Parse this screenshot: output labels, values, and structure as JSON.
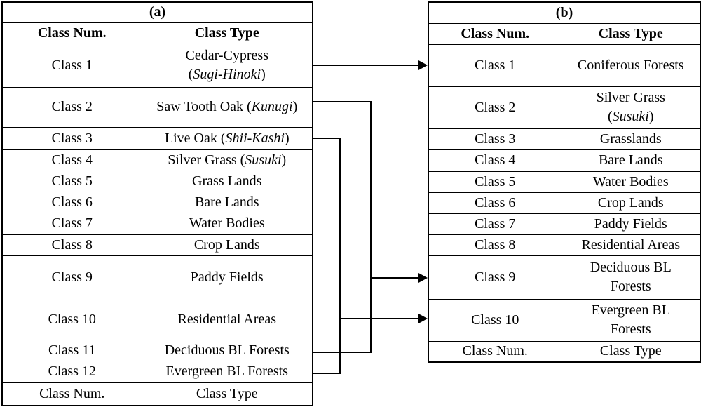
{
  "colors": {
    "border": "#000000",
    "background": "#ffffff",
    "text": "#000000"
  },
  "table_a": {
    "caption": "(a)",
    "header": {
      "num": "Class Num.",
      "type": "Class Type"
    },
    "footer": {
      "num": "Class Num.",
      "type": "Class Type"
    },
    "rows": [
      {
        "num": "Class 1",
        "type": [
          [
            [
              "Cedar-Cypress",
              0
            ]
          ],
          [
            [
              "(",
              0
            ],
            [
              "Sugi-Hinoki",
              1
            ],
            [
              ")",
              0
            ]
          ]
        ]
      },
      {
        "num": "Class 2",
        "type": [
          [
            [
              "Saw Tooth Oak (",
              0
            ],
            [
              "Kunugi",
              1
            ],
            [
              ")",
              0
            ]
          ]
        ]
      },
      {
        "num": "Class 3",
        "type": [
          [
            [
              "Live Oak (",
              0
            ],
            [
              "Shii-Kashi",
              1
            ],
            [
              ")",
              0
            ]
          ]
        ]
      },
      {
        "num": "Class 4",
        "type": [
          [
            [
              "Silver Grass (",
              0
            ],
            [
              "Susuki",
              1
            ],
            [
              ")",
              0
            ]
          ]
        ]
      },
      {
        "num": "Class 5",
        "type": [
          [
            [
              "Grass Lands",
              0
            ]
          ]
        ]
      },
      {
        "num": "Class 6",
        "type": [
          [
            [
              "Bare Lands",
              0
            ]
          ]
        ]
      },
      {
        "num": "Class 7",
        "type": [
          [
            [
              "Water Bodies",
              0
            ]
          ]
        ]
      },
      {
        "num": "Class 8",
        "type": [
          [
            [
              "Crop Lands",
              0
            ]
          ]
        ]
      },
      {
        "num": "Class 9",
        "type": [
          [
            [
              "Paddy Fields",
              0
            ]
          ]
        ]
      },
      {
        "num": "Class 10",
        "type": [
          [
            [
              "Residential Areas",
              0
            ]
          ]
        ]
      },
      {
        "num": "Class 11",
        "type": [
          [
            [
              "Deciduous BL Forests",
              0
            ]
          ]
        ]
      },
      {
        "num": "Class 12",
        "type": [
          [
            [
              "Evergreen BL Forests",
              0
            ]
          ]
        ]
      }
    ]
  },
  "table_b": {
    "caption": "(b)",
    "header": {
      "num": "Class Num.",
      "type": "Class Type"
    },
    "footer": {
      "num": "Class Num.",
      "type": "Class Type"
    },
    "rows": [
      {
        "num": "Class 1",
        "type": [
          [
            [
              "Coniferous Forests",
              0
            ]
          ]
        ]
      },
      {
        "num": "Class 2",
        "type": [
          [
            [
              "Silver Grass",
              0
            ]
          ],
          [
            [
              "(",
              0
            ],
            [
              "Susuki",
              1
            ],
            [
              ")",
              0
            ]
          ]
        ]
      },
      {
        "num": "Class 3",
        "type": [
          [
            [
              "Grasslands",
              0
            ]
          ]
        ]
      },
      {
        "num": "Class 4",
        "type": [
          [
            [
              "Bare Lands",
              0
            ]
          ]
        ]
      },
      {
        "num": "Class 5",
        "type": [
          [
            [
              "Water Bodies",
              0
            ]
          ]
        ]
      },
      {
        "num": "Class 6",
        "type": [
          [
            [
              "Crop Lands",
              0
            ]
          ]
        ]
      },
      {
        "num": "Class 7",
        "type": [
          [
            [
              "Paddy Fields",
              0
            ]
          ]
        ]
      },
      {
        "num": "Class 8",
        "type": [
          [
            [
              "Residential Areas",
              0
            ]
          ]
        ]
      },
      {
        "num": "Class 9",
        "type": [
          [
            [
              "Deciduous BL",
              0
            ]
          ],
          [
            [
              "Forests",
              0
            ]
          ]
        ]
      },
      {
        "num": "Class 10",
        "type": [
          [
            [
              "Evergreen BL",
              0
            ]
          ],
          [
            [
              "Forests",
              0
            ]
          ]
        ]
      }
    ]
  },
  "mappings": [
    {
      "from_class": "Class 1 (a)",
      "to_class": "Class 1 (b)"
    },
    {
      "from_class": "Class 2 (a)",
      "to_class": "Class 9 (b)"
    },
    {
      "from_class": "Class 11 (a)",
      "to_class": "Class 9 (b)"
    },
    {
      "from_class": "Class 3 (a)",
      "to_class": "Class 10 (b)"
    },
    {
      "from_class": "Class 12 (a)",
      "to_class": "Class 10 (b)"
    }
  ]
}
